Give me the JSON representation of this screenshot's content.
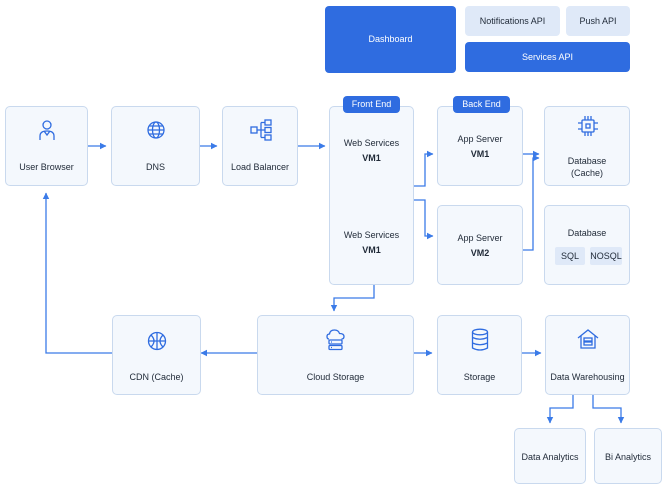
{
  "top_bar": {
    "dashboard": "Dashboard",
    "notifications_api": "Notifications API",
    "push_api": "Push API",
    "services_api": "Services API"
  },
  "nodes": {
    "user_browser": "User Browser",
    "dns": "DNS",
    "load_balancer": "Load Balancer",
    "front_end_label": "Front End",
    "back_end_label": "Back End",
    "web_services_1": {
      "title": "Web Services",
      "vm": "VM1"
    },
    "web_services_2": {
      "title": "Web Services",
      "vm": "VM1"
    },
    "app_server_1": {
      "title": "App Server",
      "vm": "VM1"
    },
    "app_server_2": {
      "title": "App Server",
      "vm": "VM2"
    },
    "database_cache": {
      "line1": "Database",
      "line2": "(Cache)"
    },
    "database": {
      "title": "Database",
      "sql": "SQL",
      "nosql": "NOSQL"
    },
    "cdn": "CDN (Cache)",
    "cloud_storage": "Cloud Storage",
    "storage": "Storage",
    "data_warehousing": "Data Warehousing",
    "data_analytics": "Data Analytics",
    "bi_analytics": "Bi Analytics"
  },
  "colors": {
    "accent": "#2f6ce0",
    "box_fill": "#f4f8fd",
    "box_border": "#c9d9ee",
    "connector": "#3b7be8"
  }
}
